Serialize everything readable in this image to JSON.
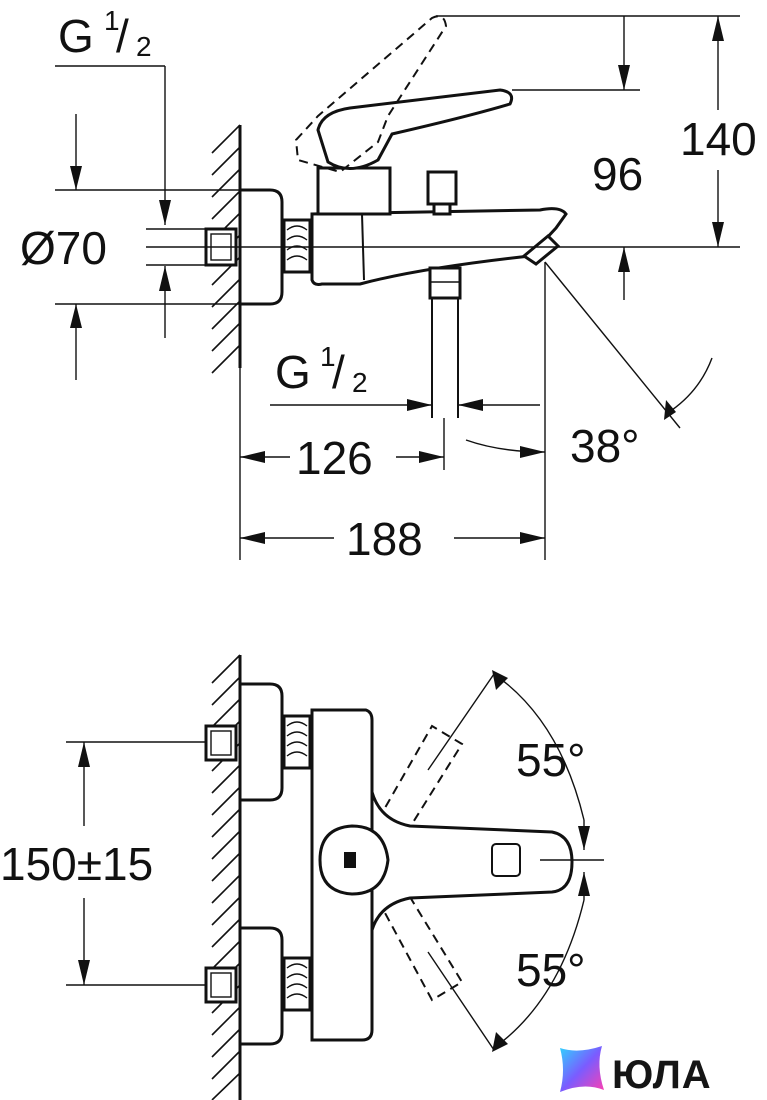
{
  "side_view": {
    "thread_inlet": {
      "prefix": "G",
      "numerator": "1",
      "slash": "/",
      "denominator": "2"
    },
    "flange_diameter": "Ø70",
    "height_total": "140",
    "height_spout": "96",
    "thread_outlet": {
      "prefix": "G",
      "numerator": "1",
      "slash": "/",
      "denominator": "2"
    },
    "depth_outlet": "126",
    "depth_total": "188",
    "spout_angle": "38°"
  },
  "front_view": {
    "center_distance": "150±15",
    "angle_up": "55°",
    "angle_down": "55°"
  },
  "watermark": {
    "text": "ЮЛА"
  },
  "colors": {
    "line": "#111111",
    "background": "#ffffff"
  }
}
